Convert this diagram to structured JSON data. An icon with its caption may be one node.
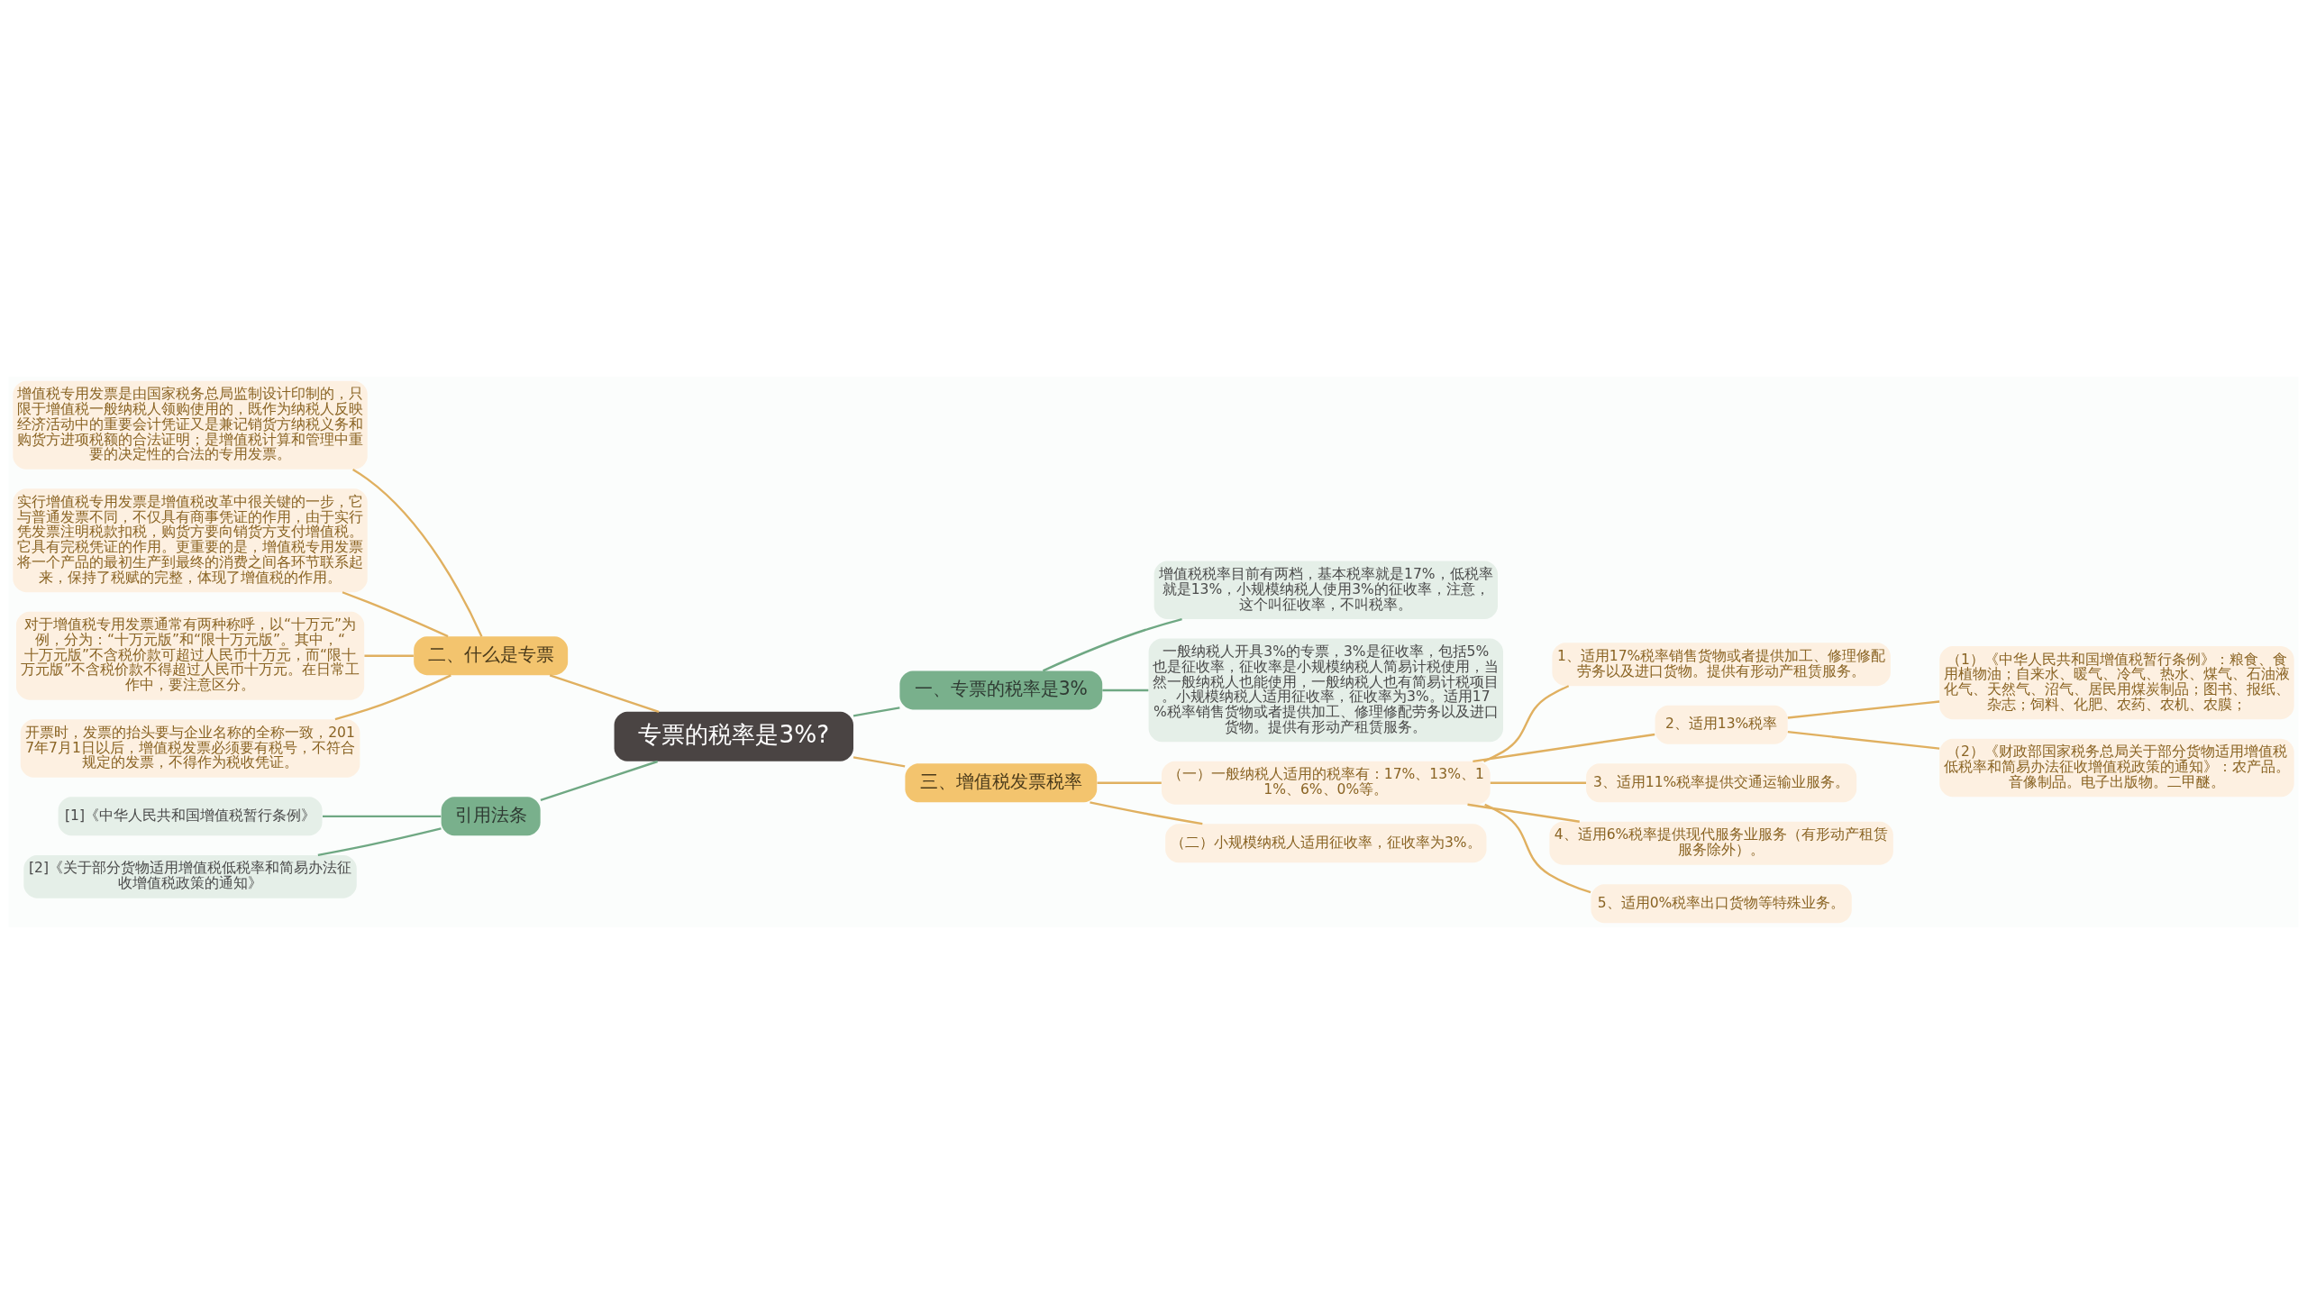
{
  "diagram": {
    "nodes": [
      {
        "text": [
          "专票的税率是3%?"
        ]
      },
      {
        "text": [
          "一、专票的税率是3%"
        ]
      },
      {
        "text": [
          "增值税税率目前有两档，基本税率就是17%，低税率就是13%，小规模纳税人使用3%的征收率，注意，这个叫征收率，不叫税率。"
        ]
      },
      {
        "text": [
          "一般纳税人开具3%的专票，3%是征收率，包括5%也是征收率，征收率是小规模纳税人简易计税使用，当然一般纳税人也能使用，一般纳税人也有简易计税项目。小规模纳税人适用征收率，征收率为3%。适用17%税率销售货物或者提供加工、修理修配劳务以及进口货物。提供有形动产租赁服务。"
        ]
      },
      {
        "text": [
          "二、什么是专票"
        ]
      },
      {
        "text": [
          "增值税专用发票是由国家税务总局监制设计印制的，只限于增值税一般纳税人领购使用的，既作为纳税人反映经济活动中的重要会计凭证又是兼记销货方纳税义务和购货方进项税额的合法证明；是增值税计算和管理中重要的决定性的合法的专用发票。"
        ]
      },
      {
        "text": [
          "实行增值税专用发票是增值税改革中很关键的一步，它与普通发票不同，不仅具有商事凭证的作用，由于实行凭发票注明税款扣税，购货方要向销货方支付增值税。它具有完税凭证的作用。更重要的是，增值税专用发票将一个产品的最初生产到最终的消费之间各环节联系起来，保持了税赋的完整，体现了增值税的作用。"
        ]
      },
      {
        "text": [
          "对于增值税专用发票通常有两种称呼，以“十万元”为例，分为：“十万元版”和“限十万元版”。其中，“十万元版”不含税价款可超过人民币十万元，而“限十万元版”不含税价款不得超过人民币十万元。在日常工作中，要注意区分。"
        ]
      },
      {
        "text": [
          "开票时，发票的抬头要与企业名称的全称一致，2017年7月1日以后，增值税发票必须要有税号，不符合规定的发票，不得作为税收凭证。"
        ]
      },
      {
        "text": [
          "引用法条"
        ]
      },
      {
        "text": [
          "[1]《中华人民共和国增值税暂行条例》"
        ]
      },
      {
        "text": [
          "[2]《关于部分货物适用增值税低税率和简易办法征收增值税政策的通知》"
        ]
      },
      {
        "text": [
          "三、增值税发票税率"
        ]
      },
      {
        "text": [
          "（一）一般纳税人适用的税率有：17%、13%、11%、6%、0%等。"
        ]
      },
      {
        "text": [
          "1、适用17%税率销售货物或者提供加工、修理修配劳务以及进口货物。提供有形动产租赁服务。"
        ]
      },
      {
        "text": [
          "2、适用13%税率"
        ]
      },
      {
        "text": [
          "（1）《中华人民共和国增值税暂行条例》：粮食、食用植物油；自来水、暖气、冷气、热水、煤气、石油液化气、天然气、沼气、居民用煤炭制品；图书、报纸、杂志；饲料、化肥、农药、农机、农膜；"
        ]
      },
      {
        "text": [
          "（2）《财政部国家税务总局关于部分货物适用增值税低税率和简易办法征收增值税政策的通知》：农产品。音像制品。电子出版物。二甲醚。"
        ]
      },
      {
        "text": [
          "3、适用11%税率提供交通运输业服务。"
        ]
      },
      {
        "text": [
          "4、适用6%税率提供现代服务业服务（有形动产租赁服务除外）。"
        ]
      },
      {
        "text": [
          "5、适用0%税率出口货物等特殊业务。"
        ]
      },
      {
        "text": [
          "（二）小规模纳税人适用征收率，征收率为3%。"
        ]
      }
    ],
    "edges": [
      {
        "from": 0,
        "to": 1,
        "arrow": "none",
        "color": "#6fa883"
      },
      {
        "from": 1,
        "to": 2,
        "arrow": "none",
        "color": "#6fa883"
      },
      {
        "from": 1,
        "to": 3,
        "arrow": "none",
        "color": "#6fa883"
      },
      {
        "from": 0,
        "to": 4,
        "arrow": "none"
      },
      {
        "from": 4,
        "to": 5,
        "arrow": "none"
      },
      {
        "from": 4,
        "to": 6,
        "arrow": "none"
      },
      {
        "from": 4,
        "to": 7,
        "arrow": "none"
      },
      {
        "from": 4,
        "to": 8,
        "arrow": "none"
      },
      {
        "from": 0,
        "to": 9,
        "arrow": "none",
        "color": "#6fa883"
      },
      {
        "from": 9,
        "to": 10,
        "arrow": "none",
        "color": "#6fa883"
      },
      {
        "from": 9,
        "to": 11,
        "arrow": "none",
        "color": "#6fa883"
      },
      {
        "from": 0,
        "to": 12,
        "arrow": "none"
      },
      {
        "from": 12,
        "to": 13,
        "arrow": "none"
      },
      {
        "from": 13,
        "to": 14,
        "arrow": "none"
      },
      {
        "from": 13,
        "to": 15,
        "arrow": "none"
      },
      {
        "from": 15,
        "to": 16,
        "arrow": "none"
      },
      {
        "from": 15,
        "to": 17,
        "arrow": "none"
      },
      {
        "from": 13,
        "to": 18,
        "arrow": "none"
      },
      {
        "from": 13,
        "to": 19,
        "arrow": "none"
      },
      {
        "from": 13,
        "to": 20,
        "arrow": "none"
      },
      {
        "from": 12,
        "to": 21,
        "arrow": "none"
      }
    ]
  }
}
